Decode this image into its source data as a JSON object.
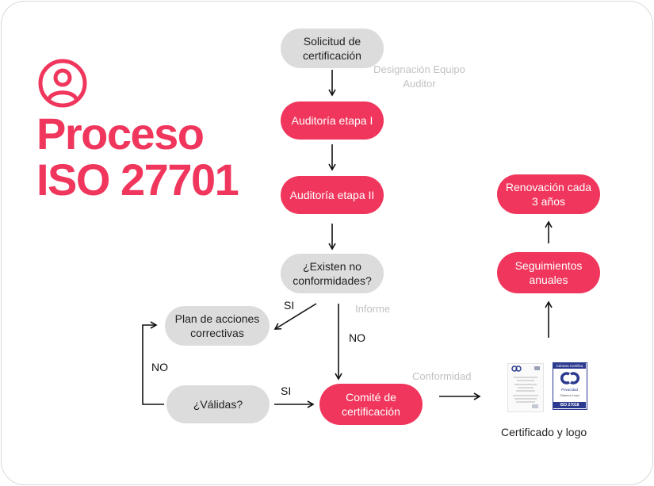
{
  "title_line1": "Proceso",
  "title_line2": "ISO 27701",
  "nodes": {
    "solicitud": "Solicitud de certificación",
    "auditoria1": "Auditoría etapa I",
    "auditoria2": "Auditoría etapa II",
    "existen": "¿Existen no conformidades?",
    "plan": "Plan de acciones correctivas",
    "validas": "¿Válidas?",
    "comite": "Comité de certificación",
    "seguimientos": "Seguimientos anuales",
    "renovacion": "Renovación cada 3 años"
  },
  "labels": {
    "designacion": "Designación Equipo Auditor",
    "informe": "Informe",
    "conformidad": "Conformidad",
    "si_1": "SI",
    "no_1": "NO",
    "no_2": "NO",
    "si_2": "SI"
  },
  "certificate": {
    "caption": "Certificado y logo",
    "logo_top": "Cámara Certifica",
    "logo_mid": "Privacidad",
    "logo_sub": "Sistema Lead",
    "logo_bottom": "ISO 27018"
  },
  "colors": {
    "accent": "#f0365c",
    "grey_node": "#dcdcdc",
    "logo_blue": "#2b3a8f"
  },
  "icons": [
    "user-circle-icon"
  ]
}
